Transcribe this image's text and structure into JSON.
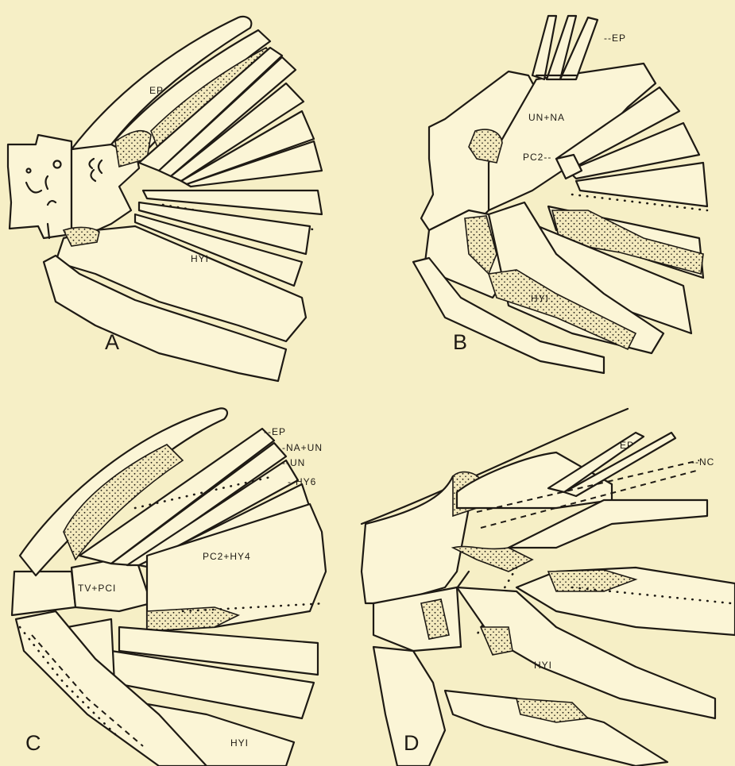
{
  "colors": {
    "paper": "#f6efc6",
    "ink": "#1e1a14",
    "fill": "#fbf5d6"
  },
  "panels": [
    {
      "letter": "A",
      "labels": {
        "ep": "EP",
        "hy1": "HYI"
      }
    },
    {
      "letter": "B",
      "labels": {
        "ep": "--EP",
        "unna": "UN+NA",
        "pc2": "PC2--",
        "hy1": "HYI"
      }
    },
    {
      "letter": "C",
      "labels": {
        "ep": "--EP",
        "naun": "-NA+UN",
        "un": "--UN",
        "hy6": "--HY6",
        "pc2hy4": "PC2+HY4",
        "tvpc1": "TV+PCI",
        "hy1": "HYI"
      }
    },
    {
      "letter": "D",
      "labels": {
        "ep": "EP",
        "nc": "--NC",
        "hy1": "HYI"
      }
    }
  ]
}
